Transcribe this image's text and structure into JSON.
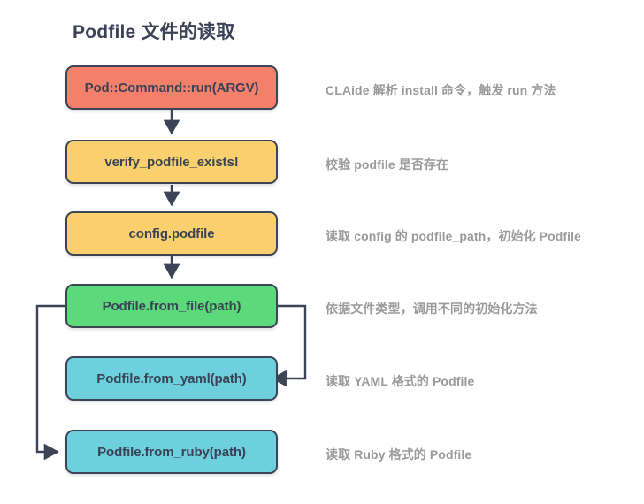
{
  "diagram": {
    "title": "Podfile 文件的读取",
    "title_color": "#3a4256",
    "background_color": "#ffffff",
    "edge_color": "#3b4555",
    "note_color": "#9a9a9a",
    "nodes": [
      {
        "id": "n1",
        "label": "Pod::Command::run(ARGV)",
        "color": "#f4806b"
      },
      {
        "id": "n2",
        "label": "verify_podfile_exists!",
        "color": "#facf6d"
      },
      {
        "id": "n3",
        "label": "config.podfile",
        "color": "#facf6d"
      },
      {
        "id": "n4",
        "label": "Podfile.from_file(path)",
        "color": "#5cd97a"
      },
      {
        "id": "n5",
        "label": "Podfile.from_yaml(path)",
        "color": "#6fd0dd"
      },
      {
        "id": "n6",
        "label": "Podfile.from_ruby(path)",
        "color": "#6fd0dd"
      }
    ],
    "notes": [
      {
        "id": "a1",
        "text": "CLAide 解析 install 命令，触发 run 方法"
      },
      {
        "id": "a2",
        "text": "校验 podfile 是否存在"
      },
      {
        "id": "a3",
        "text": "读取 config 的 podfile_path，初始化 Podfile"
      },
      {
        "id": "a4",
        "text": "依据文件类型，调用不同的初始化方法"
      },
      {
        "id": "a5",
        "text": "读取 YAML 格式的 Podfile"
      },
      {
        "id": "a6",
        "text": "读取 Ruby 格式的 Podfile"
      }
    ],
    "edges": [
      {
        "from": "n1",
        "to": "n2",
        "style": "vertical-arrow"
      },
      {
        "from": "n2",
        "to": "n3",
        "style": "vertical-arrow"
      },
      {
        "from": "n3",
        "to": "n4",
        "style": "vertical-arrow"
      },
      {
        "from": "n4",
        "to": "n5",
        "style": "right-elbow-arrow"
      },
      {
        "from": "n4",
        "to": "n6",
        "style": "left-elbow-arrow"
      }
    ]
  }
}
